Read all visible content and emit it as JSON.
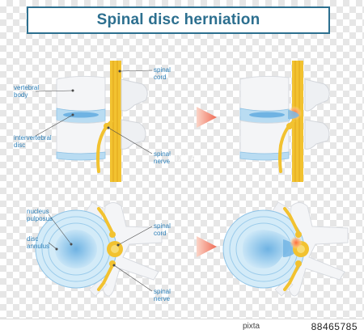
{
  "title": "Spinal disc herniation",
  "labels": {
    "vertebral_body": "vertebral\nbody",
    "intervertebral_disc": "intervertebral\ndisc",
    "spinal_cord_top": "spinal\ncord",
    "spinal_nerve_top": "spinal\nnerve",
    "nucleus_pulposus": "nucleus\npulposus",
    "disc_annulus": "disc\nannulus",
    "spinal_cord_bottom": "spinal\ncord",
    "spinal_nerve_bottom": "spinal\nnerve"
  },
  "watermark": "PIXTA",
  "footer": {
    "brand": "pixta",
    "image_number": "88465785"
  },
  "colors": {
    "title": "#2c6f8f",
    "label": "#2c7fb8",
    "disc": "#b9dcf2",
    "nerve": "#f2c230",
    "arrow": "#f08070"
  }
}
